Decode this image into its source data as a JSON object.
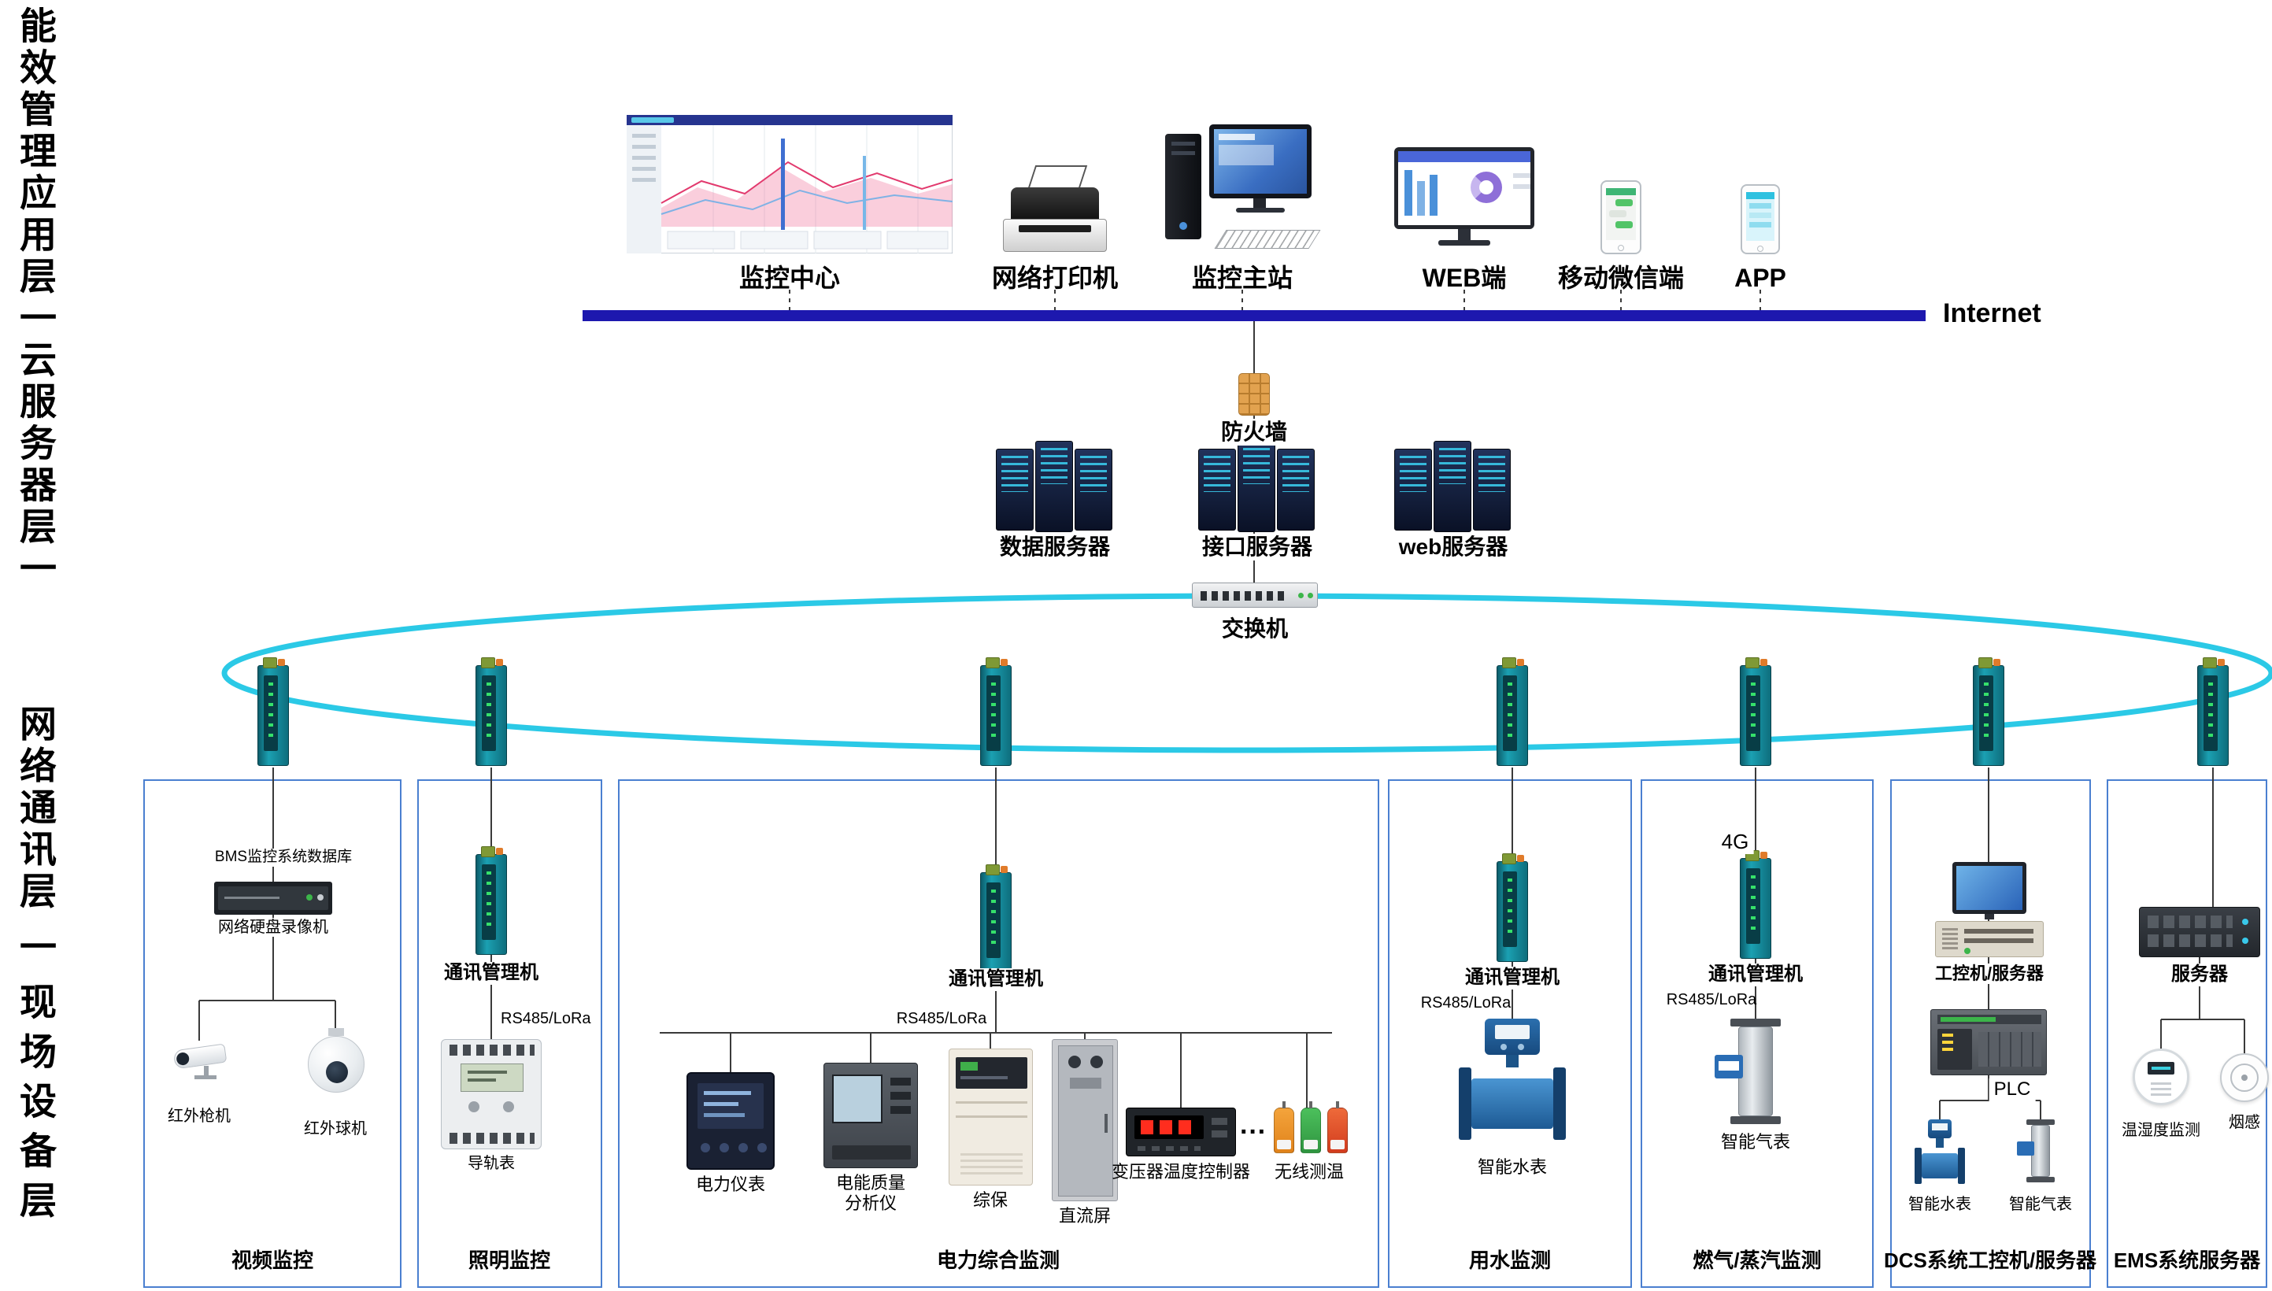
{
  "side": {
    "layer_app": "能效管理应用层",
    "sep1": "一",
    "layer_cloud": "云服务器层",
    "sep2": "一",
    "layer_network": "网络通讯层",
    "sep3": "一",
    "layer_field": "现场设备层"
  },
  "top": {
    "monitor_center": "监控中心",
    "printer": "网络打印机",
    "master_station": "监控主站",
    "web": "WEB端",
    "wechat": "移动微信端",
    "app": "APP",
    "internet": "Internet"
  },
  "cloud": {
    "firewall": "防火墙",
    "data_server": "数据服务器",
    "interface_server": "接口服务器",
    "web_server": "web服务器",
    "switch": "交换机"
  },
  "video_box": {
    "title": "视频监控",
    "bms_db": "BMS监控系统数据库",
    "nvr": "网络硬盘录像机",
    "bullet_cam": "红外枪机",
    "dome_cam": "红外球机"
  },
  "lighting_box": {
    "title": "照明监控",
    "gateway": "通讯管理机",
    "bus": "RS485/LoRa",
    "meter": "导轨表"
  },
  "power_box": {
    "title": "电力综合监测",
    "gateway": "通讯管理机",
    "bus": "RS485/LoRa",
    "device_labels": [
      "电力仪表",
      "电能质量\n分析仪",
      "综保",
      "直流屏",
      "变压器温度控制器",
      "无线测温"
    ],
    "ellipsis": "···"
  },
  "water_box": {
    "title": "用水监测",
    "gateway": "通讯管理机",
    "bus": "RS485/LoRa",
    "meter": "智能水表"
  },
  "gas_box": {
    "title": "燃气/蒸汽监测",
    "network": "4G",
    "gateway": "通讯管理机",
    "bus": "RS485/LoRa",
    "meter": "智能气表"
  },
  "dcs_box": {
    "title": "DCS系统工控机/服务器",
    "ipc": "工控机/服务器",
    "plc": "PLC",
    "water_meter": "智能水表",
    "gas_meter": "智能气表"
  },
  "ems_box": {
    "title": "EMS系统服务器",
    "server": "服务器",
    "temp_humidity": "温湿度监测",
    "smoke": "烟感"
  },
  "colors": {
    "internet_bar": "#1d18ae",
    "ring": "#2bc9e6",
    "box_border": "#4a7fd0",
    "gateway": "#15808f"
  }
}
